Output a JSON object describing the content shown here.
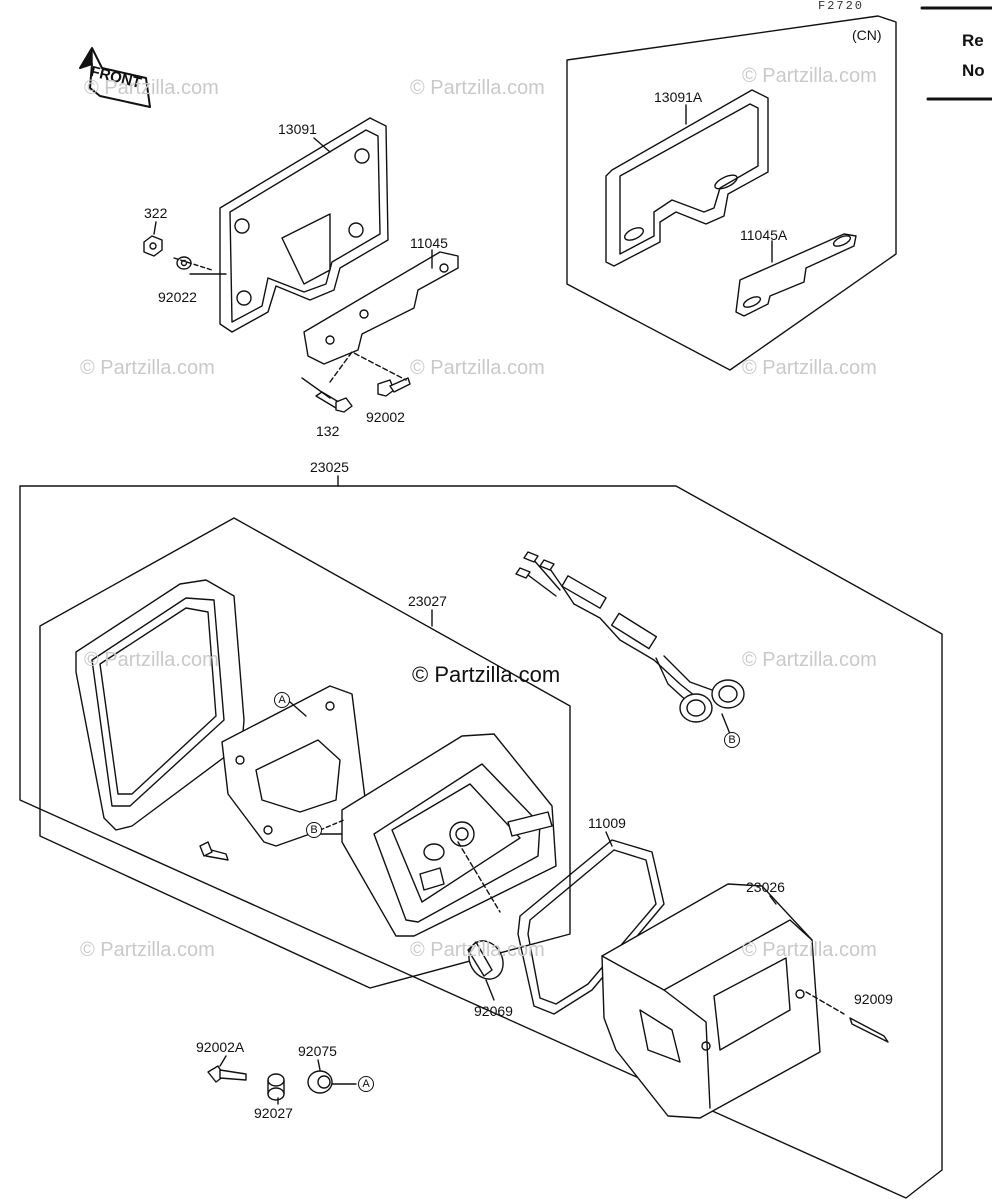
{
  "header": {
    "drawing_code": "F2720",
    "variant": "(CN)",
    "side_text_1": "Re",
    "side_text_2": "No",
    "front_arrow": "FRONT"
  },
  "watermark": {
    "small": "© Partzilla.com",
    "main": "© Partzilla.com"
  },
  "parts": {
    "p13091": "13091",
    "p13091A": "13091A",
    "p322": "322",
    "p92022": "92022",
    "p11045": "11045",
    "p11045A": "11045A",
    "p132": "132",
    "p92002": "92002",
    "p23025": "23025",
    "p23027": "23027",
    "p11009": "11009",
    "p23026": "23026",
    "p92009": "92009",
    "p92069": "92069",
    "p92002A": "92002A",
    "p92075": "92075",
    "p92027": "92027"
  },
  "callouts": {
    "a": "A",
    "b": "B"
  }
}
